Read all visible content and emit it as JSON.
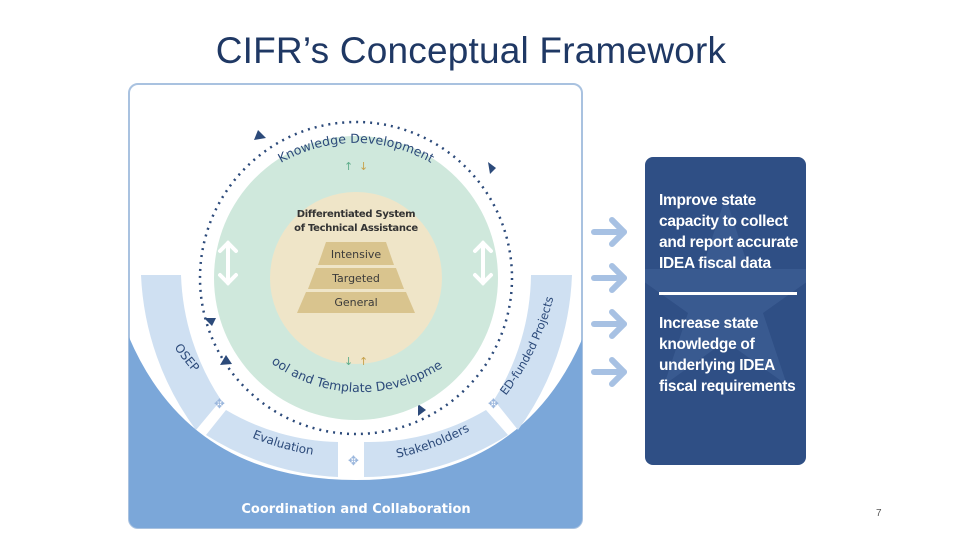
{
  "slide": {
    "title": "CIFR’s Conceptual Framework",
    "page_number": "7"
  },
  "framework": {
    "outer_ring_top": "Knowledge Development",
    "outer_ring_bottom": "Tool and Template Development",
    "center_title_line1": "Differentiated System",
    "center_title_line2": "of Technical Assistance",
    "tiers": [
      "Intensive",
      "Targeted",
      "General"
    ],
    "band_segments": {
      "left": "OSEP",
      "right": "ED-funded Projects",
      "bottom_left": "Evaluation",
      "bottom_right": "Stakeholders"
    },
    "footer": "Coordination and Collaboration"
  },
  "goals": [
    "Improve state capacity to collect and report accurate IDEA fiscal data",
    "Increase state knowledge of underlying IDEA fiscal requirements"
  ],
  "colors": {
    "title": "#1f3864",
    "panel": "#2f4f85",
    "band_blue": "#7ba7d9",
    "ring_green": "#cfe8dc",
    "center_tan": "#efe5c8",
    "pyramid_tan": "#d9c48e",
    "arrow_blue": "#a7c1e3"
  }
}
